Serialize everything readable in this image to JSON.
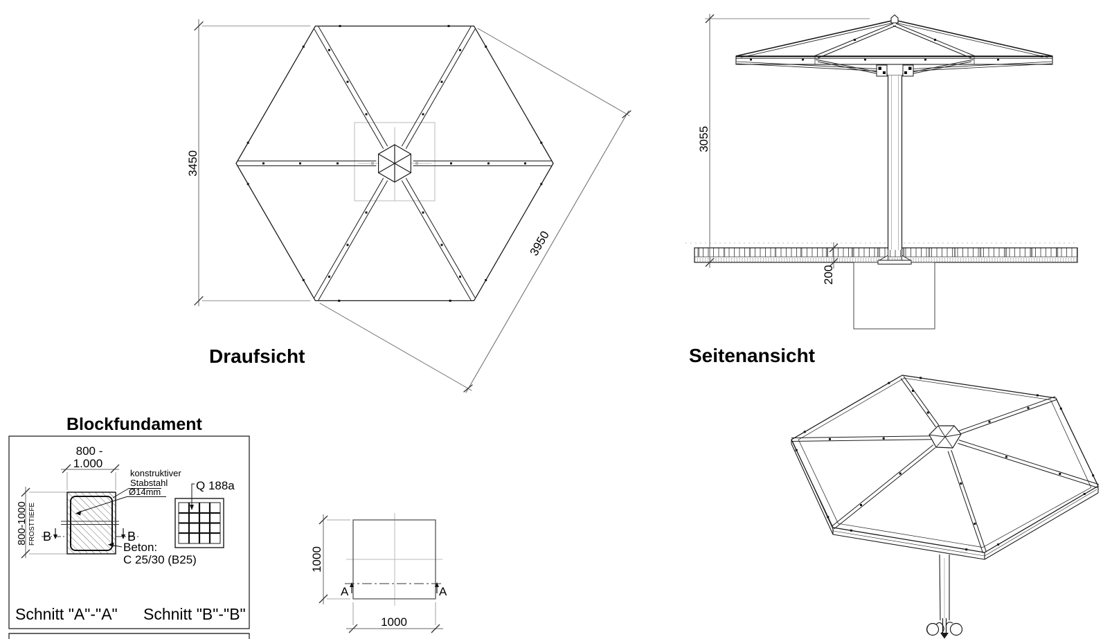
{
  "drawing": {
    "top_view": {
      "label": "Draufsicht",
      "dim_flat_to_flat": "3450",
      "dim_diagonal": "3950"
    },
    "side_view": {
      "label": "Seitenansicht",
      "dim_height": "3055",
      "dim_pavement_thickness": "200"
    },
    "foundation_detail": {
      "title": "Blockfundament",
      "dim_width_line1": "800 -",
      "dim_width_line2": "1.000",
      "dim_depth": "800-1000",
      "dim_depth_note": "FROSTTIEFE",
      "rebar_note_line1": "konstruktiver",
      "rebar_note_line2": "Stabstahl",
      "rebar_note_line3": "Ø14mm",
      "mesh_label": "Q 188a",
      "concrete_label_line1": "Beton:",
      "concrete_label_line2": "C 25/30 (B25)",
      "section_marker_b": "B",
      "caption_section_a": "Schnitt \"A\"-\"A\"",
      "caption_section_b": "Schnitt \"B\"-\"B\""
    },
    "foundation_plan": {
      "dim_width": "1000",
      "dim_height": "1000",
      "section_marker_a": "A"
    },
    "colors": {
      "object_line": "#1a1a1a",
      "dimension_line": "#666666",
      "auxiliary_line": "#b0b0b0",
      "text": "#000000",
      "background": "#ffffff"
    }
  }
}
